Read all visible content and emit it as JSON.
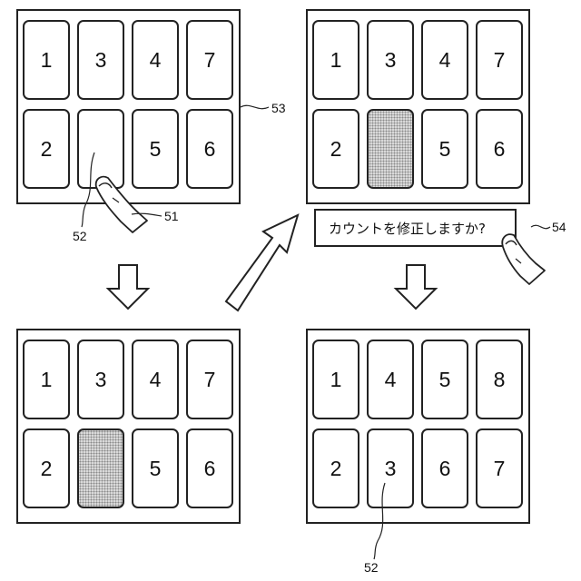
{
  "panels": [
    {
      "cards": [
        {
          "label": "1",
          "shaded": false
        },
        {
          "label": "3",
          "shaded": false
        },
        {
          "label": "4",
          "shaded": false
        },
        {
          "label": "7",
          "shaded": false
        },
        {
          "label": "2",
          "shaded": false
        },
        {
          "label": "",
          "shaded": false
        },
        {
          "label": "5",
          "shaded": false
        },
        {
          "label": "6",
          "shaded": false
        }
      ]
    },
    {
      "cards": [
        {
          "label": "1",
          "shaded": false
        },
        {
          "label": "3",
          "shaded": false
        },
        {
          "label": "4",
          "shaded": false
        },
        {
          "label": "7",
          "shaded": false
        },
        {
          "label": "2",
          "shaded": false
        },
        {
          "label": "",
          "shaded": true
        },
        {
          "label": "5",
          "shaded": false
        },
        {
          "label": "6",
          "shaded": false
        }
      ]
    },
    {
      "cards": [
        {
          "label": "1",
          "shaded": false
        },
        {
          "label": "3",
          "shaded": false
        },
        {
          "label": "4",
          "shaded": false
        },
        {
          "label": "7",
          "shaded": false
        },
        {
          "label": "2",
          "shaded": false
        },
        {
          "label": "",
          "shaded": true
        },
        {
          "label": "5",
          "shaded": false
        },
        {
          "label": "6",
          "shaded": false
        }
      ]
    },
    {
      "cards": [
        {
          "label": "1",
          "shaded": false
        },
        {
          "label": "4",
          "shaded": false
        },
        {
          "label": "5",
          "shaded": false
        },
        {
          "label": "8",
          "shaded": false
        },
        {
          "label": "2",
          "shaded": false
        },
        {
          "label": "3",
          "shaded": false
        },
        {
          "label": "6",
          "shaded": false
        },
        {
          "label": "7",
          "shaded": false
        }
      ]
    }
  ],
  "prompt": {
    "text": "カウントを修正しますか?"
  },
  "refs": {
    "r51": "51",
    "r52_top": "52",
    "r53": "53",
    "r54": "54",
    "r52_bottom": "52"
  }
}
